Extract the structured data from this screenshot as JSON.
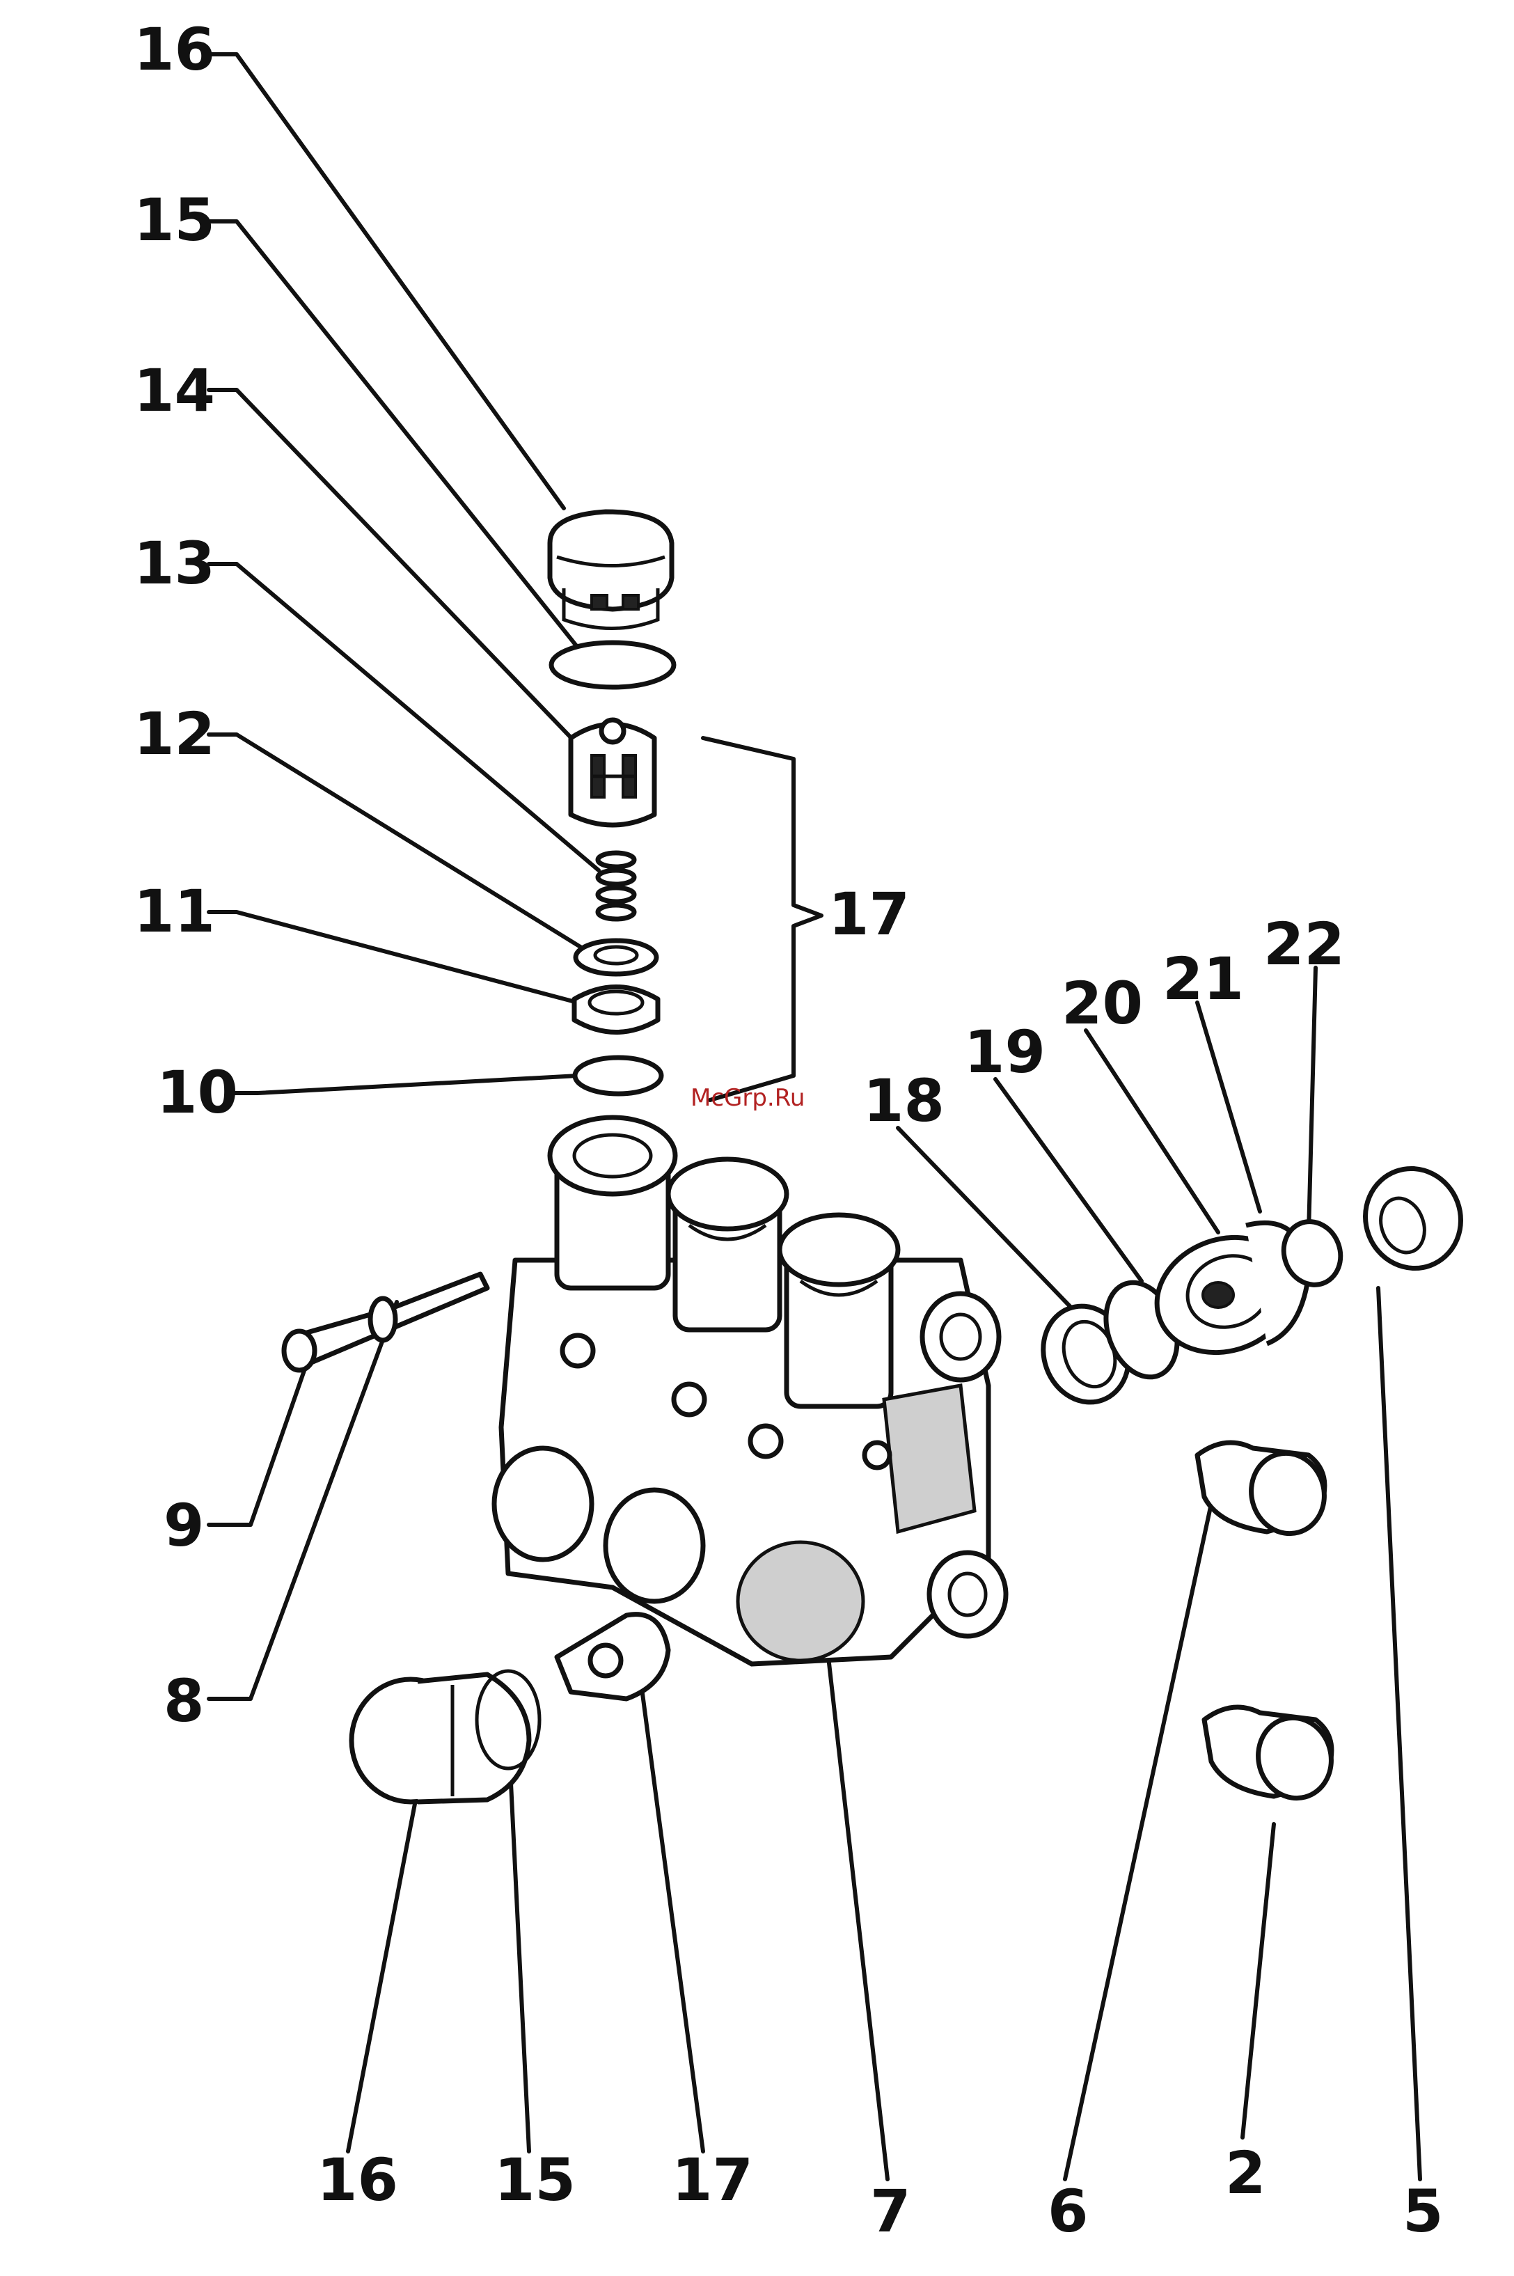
{
  "watermark": "McGrp.Ru",
  "callouts": {
    "c16_top": "16",
    "c15_top": "15",
    "c14": "14",
    "c13": "13",
    "c12": "12",
    "c11": "11",
    "c10": "10",
    "c17_bracket": "17",
    "c18": "18",
    "c19": "19",
    "c20": "20",
    "c21": "21",
    "c22": "22",
    "c9": "9",
    "c8": "8",
    "c16_bottom": "16",
    "c15_bottom": "15",
    "c17_bottom": "17",
    "c7": "7",
    "c6": "6",
    "c2": "2",
    "c5": "5"
  }
}
